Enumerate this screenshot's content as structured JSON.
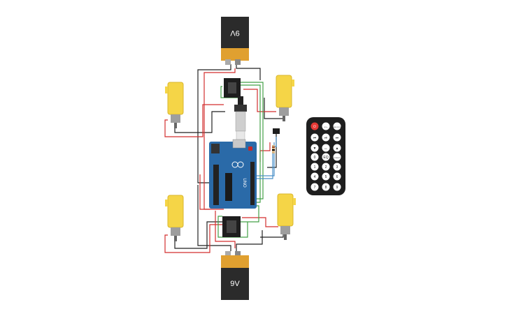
{
  "battery_top": {
    "label": "9V",
    "color_body": "#2b2b2b",
    "color_cap": "#e0a030"
  },
  "battery_bottom": {
    "label": "9V",
    "color_body": "#2b2b2b",
    "color_cap": "#e0a030"
  },
  "arduino": {
    "brand": "UNO",
    "logo": "ARDUINO",
    "color": "#2a6aa8"
  },
  "remote": {
    "buttons": [
      {
        "label": "⏻",
        "color": "#e53935"
      },
      {
        "label": "VOL+",
        "color": "#ffffff"
      },
      {
        "label": "FUNC/STOP",
        "color": "#ffffff"
      },
      {
        "label": "⏮",
        "color": "#ffffff"
      },
      {
        "label": "⏯",
        "color": "#ffffff"
      },
      {
        "label": "⏭",
        "color": "#ffffff"
      },
      {
        "label": "▼",
        "color": "#ffffff"
      },
      {
        "label": "VOL-",
        "color": "#ffffff"
      },
      {
        "label": "▲",
        "color": "#ffffff"
      },
      {
        "label": "0",
        "color": "#ffffff"
      },
      {
        "label": "EQ",
        "color": "#ffffff"
      },
      {
        "label": "ST/REPT",
        "color": "#ffffff"
      },
      {
        "label": "1",
        "color": "#ffffff"
      },
      {
        "label": "2",
        "color": "#ffffff"
      },
      {
        "label": "3",
        "color": "#ffffff"
      },
      {
        "label": "4",
        "color": "#ffffff"
      },
      {
        "label": "5",
        "color": "#ffffff"
      },
      {
        "label": "6",
        "color": "#ffffff"
      },
      {
        "label": "7",
        "color": "#ffffff"
      },
      {
        "label": "8",
        "color": "#ffffff"
      },
      {
        "label": "9",
        "color": "#ffffff"
      }
    ]
  },
  "motors": [
    {
      "name": "motor-top-left"
    },
    {
      "name": "motor-top-right"
    },
    {
      "name": "motor-bottom-left"
    },
    {
      "name": "motor-bottom-right"
    }
  ],
  "colors": {
    "wire_red": "#d32f2f",
    "wire_black": "#222222",
    "wire_green": "#43a047",
    "wire_blue": "#4a90c8",
    "motor_yellow": "#f5d547"
  }
}
